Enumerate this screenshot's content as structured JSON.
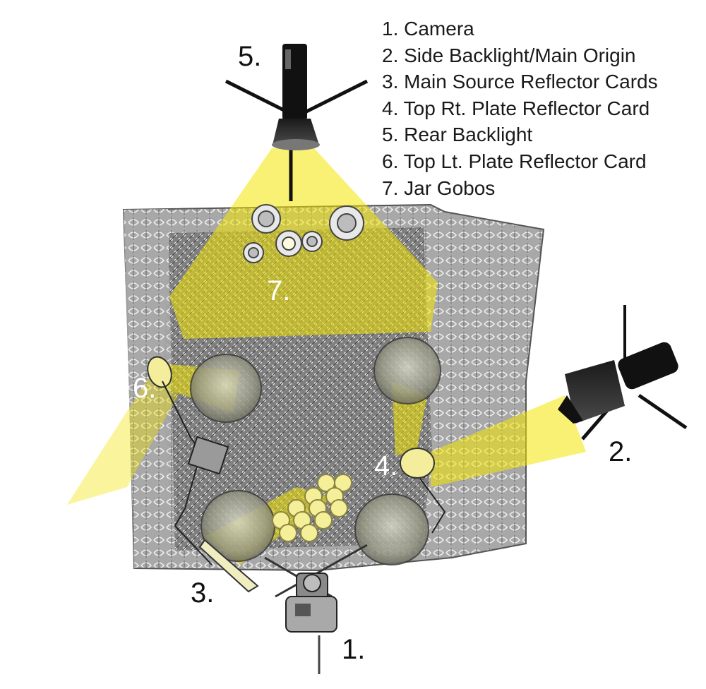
{
  "legend": [
    "1. Camera",
    "2. Side Backlight/Main Origin",
    "3. Main Source Reflector Cards",
    "4. Top Rt. Plate Reflector Card",
    "5. Rear Backlight",
    "6. Top Lt. Plate Reflector Card",
    "7. Jar Gobos"
  ],
  "callouts": {
    "camera": "1.",
    "side_backlight": "2.",
    "main_reflector_cards": "3.",
    "top_right_card": "4.",
    "rear_backlight": "5.",
    "top_left_card": "6.",
    "jar_gobos": "7."
  },
  "colors": {
    "light_beam": "#f2e600",
    "cloth": "#8c8c8c",
    "cloth_pattern": "#e8e8e8",
    "card": "#f4ee9c",
    "equipment": "#111111"
  }
}
